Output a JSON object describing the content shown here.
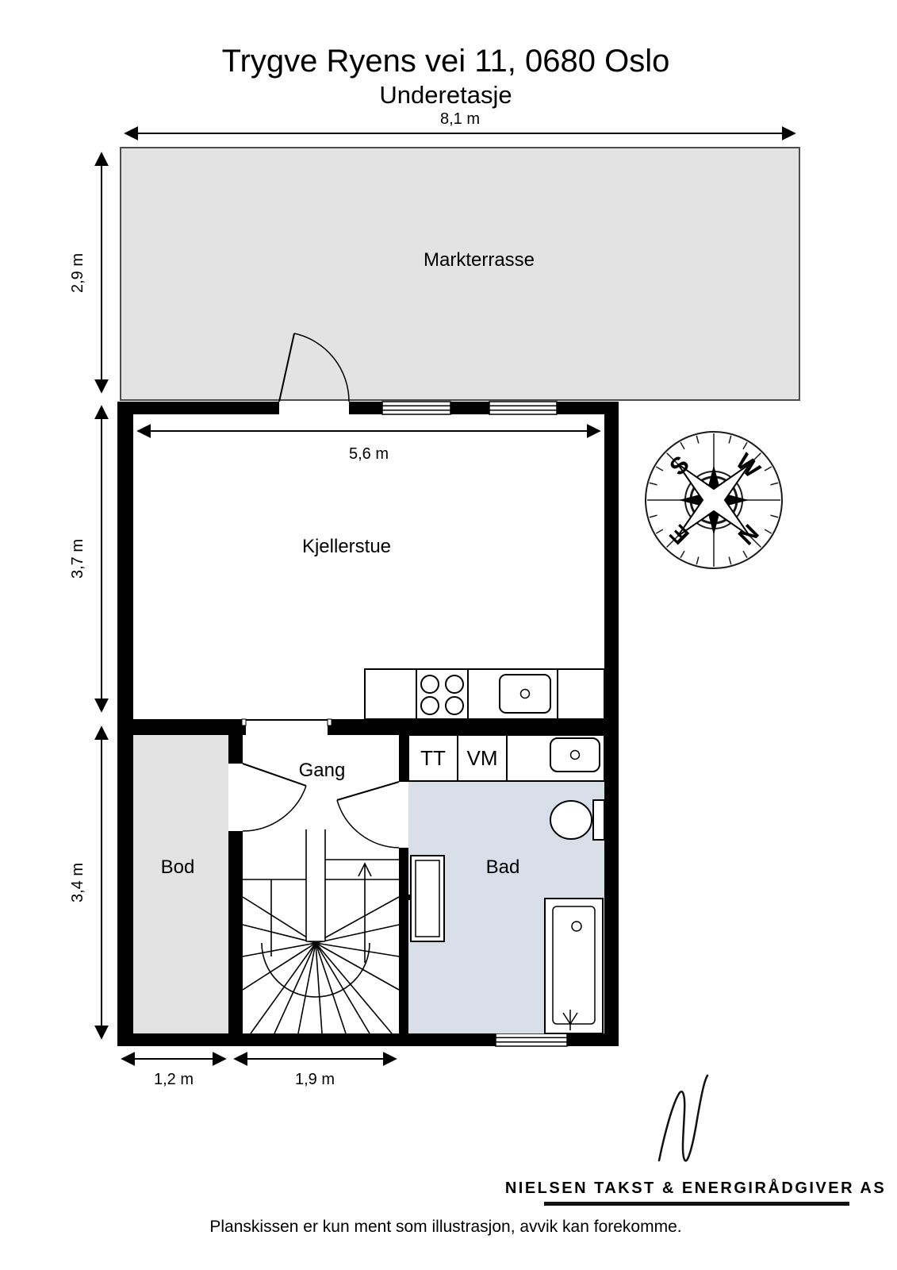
{
  "header": {
    "title": "Trygve Ryens vei 11, 0680 Oslo",
    "subtitle": "Underetasje"
  },
  "rooms": {
    "markterrasse": {
      "label": "Markterrasse"
    },
    "kjellerstue": {
      "label": "Kjellerstue"
    },
    "bod": {
      "label": "Bod"
    },
    "gang": {
      "label": "Gang"
    },
    "bad": {
      "label": "Bad"
    }
  },
  "appliances": {
    "tumble_dryer": {
      "label": "TT"
    },
    "washing_machine": {
      "label": "VM"
    }
  },
  "dimensions": {
    "overall_width": {
      "label": "8,1 m"
    },
    "terrace_depth": {
      "label": "2,9 m"
    },
    "kjellerstue_width": {
      "label": "5,6 m"
    },
    "kjellerstue_depth": {
      "label": "3,7 m"
    },
    "lower_section_depth": {
      "label": "3,4 m"
    },
    "bod_width": {
      "label": "1,2 m"
    },
    "staircase_width": {
      "label": "1,9 m"
    }
  },
  "compass": {
    "north": "N",
    "east": "E",
    "south": "S",
    "west": "W"
  },
  "branding": {
    "company": "NIELSEN TAKST & ENERGIRÅDGIVER AS"
  },
  "footer": {
    "disclaimer": "Planskissen er kun ment som illustrasjon, avvik kan forekomme."
  },
  "colors": {
    "wall": "#000000",
    "terrace_fill": "#e3e3e3",
    "storage_fill": "#e3e3e3",
    "bathroom_fill": "#d8dfe9",
    "outline": "#4d4d4d"
  }
}
